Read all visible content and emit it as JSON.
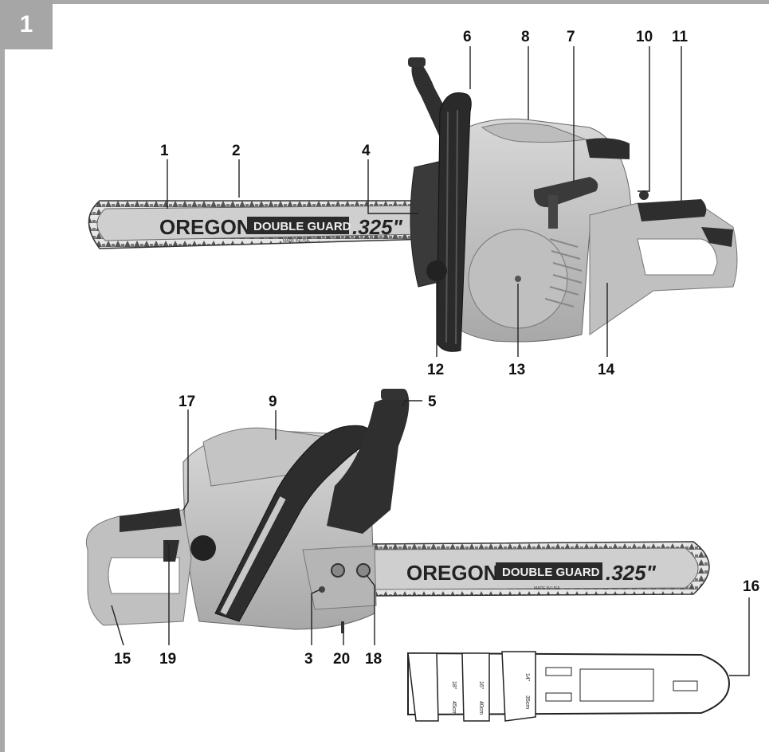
{
  "figure_number": "1",
  "callouts": [
    "1",
    "2",
    "3",
    "4",
    "5",
    "6",
    "7",
    "8",
    "9",
    "10",
    "11",
    "12",
    "13",
    "14",
    "15",
    "16",
    "17",
    "18",
    "19",
    "20"
  ],
  "bar_markings": {
    "brand": "OREGON",
    "model": "DOUBLE GUARD",
    "pitch": ".325\"",
    "origin": "MADE IN USA"
  },
  "cover_markings": [
    "14\"",
    "16\"",
    "18\"",
    "35cm",
    "40cm",
    "45cm"
  ],
  "colors": {
    "frame": "#a9a9a9",
    "metal": "#c8c8c8",
    "dark": "#2b2b2b"
  }
}
